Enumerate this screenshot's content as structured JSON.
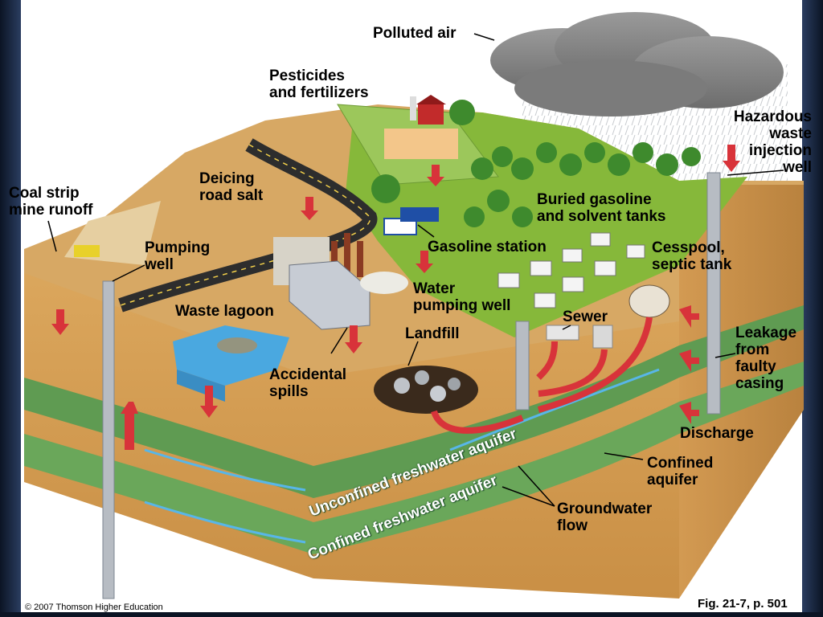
{
  "labels": {
    "polluted_air": "Polluted air",
    "pesticides": "Pesticides\nand fertilizers",
    "hazardous_well": "Hazardous\nwaste\ninjection\nwell",
    "coal_strip": "Coal strip\nmine runoff",
    "deicing": "Deicing\nroad salt",
    "buried_tanks": "Buried gasoline\nand solvent tanks",
    "pumping_well": "Pumping\nwell",
    "gasoline_station": "Gasoline station",
    "cesspool": "Cesspool,\nseptic tank",
    "water_pumping_well": "Water\npumping well",
    "waste_lagoon": "Waste lagoon",
    "sewer": "Sewer",
    "landfill": "Landfill",
    "leakage": "Leakage\nfrom\nfaulty\ncasing",
    "accidental_spills": "Accidental\nspills",
    "discharge": "Discharge",
    "confined_aquifer": "Confined\naquifer",
    "groundwater_flow": "Groundwater\nflow",
    "unconfined_freshwater_aquifer": "Unconfined freshwater aquifer",
    "confined_freshwater_aquifer": "Confined freshwater aquifer"
  },
  "footer": {
    "copyright": "© 2007 Thomson Higher Education",
    "figure_ref": "Fig. 21-7, p. 501"
  },
  "colors": {
    "ground_top": "#86b83a",
    "soil": "#d9a35a",
    "aquifer_green": "#5f9b52",
    "water": "#4aa8e0",
    "flow_arrow": "#d8333a"
  }
}
